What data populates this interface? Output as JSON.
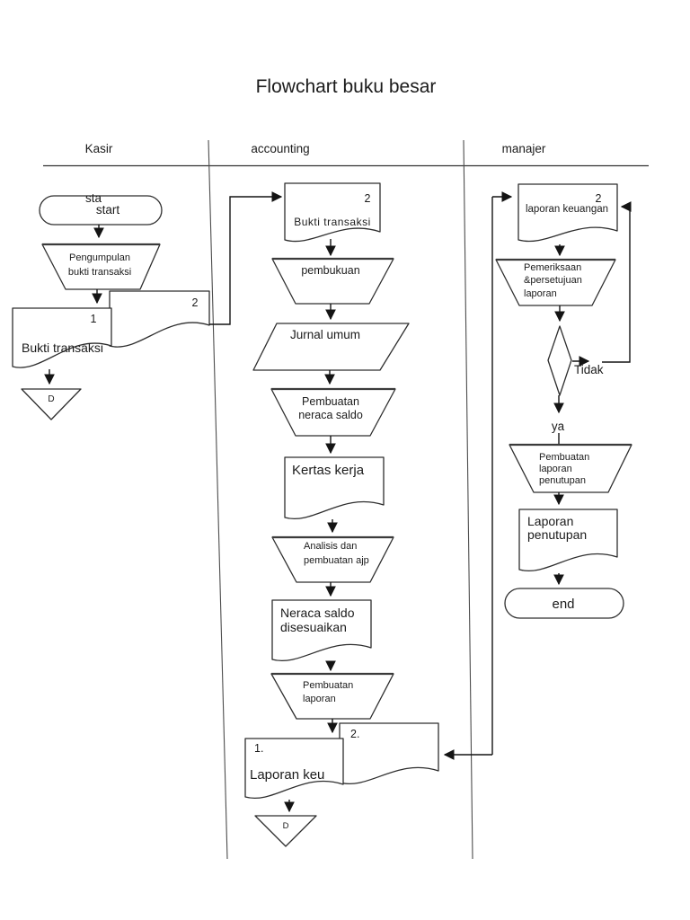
{
  "title": "Flowchart buku besar",
  "colors": {
    "ink": "#1b1b1b",
    "line": "#141414",
    "background": "#ffffff"
  },
  "lanes": {
    "kasir": "Kasir",
    "accounting": "accounting",
    "manajer": "manajer"
  },
  "kasir": {
    "start_line1": "sta",
    "start_line2": "start",
    "collect_line1": "Pengumpulan",
    "collect_line2": "bukti transaksi",
    "doc2_copy": "2",
    "doc1_copy": "1",
    "doc1_label": "Bukti transaksi",
    "archive": "D"
  },
  "accounting": {
    "doc_copy": "2",
    "doc_label": "Bukti transaksi",
    "pembukuan": "pembukuan",
    "jurnal": "Jurnal umum",
    "neraca_line1": "Pembuatan",
    "neraca_line2": "neraca saldo",
    "kertas": "Kertas kerja",
    "analisis_line1": "Analisis dan",
    "analisis_line2": "pembuatan ajp",
    "disesuaikan_line1": "Neraca saldo",
    "disesuaikan_line2": "disesuaikan",
    "laporan_line1": "Pembuatan",
    "laporan_line2": "laporan",
    "doc2_copy": "2.",
    "doc1_copy": "1.",
    "doc1_label": "Laporan keu",
    "archive": "D"
  },
  "manajer": {
    "doc_copy": "2",
    "doc_label": "laporan keuangan",
    "pemeriksaan_line1": "Pemeriksaan",
    "pemeriksaan_line2": "&persetujuan",
    "pemeriksaan_line3": "laporan",
    "decision_no": "Tidak",
    "decision_yes": "ya",
    "penutupan_line1": "Pembuatan",
    "penutupan_line2": "laporan",
    "penutupan_line3": "penutupan",
    "doc_penutupan_line1": "Laporan",
    "doc_penutupan_line2": "penutupan",
    "end": "end"
  }
}
